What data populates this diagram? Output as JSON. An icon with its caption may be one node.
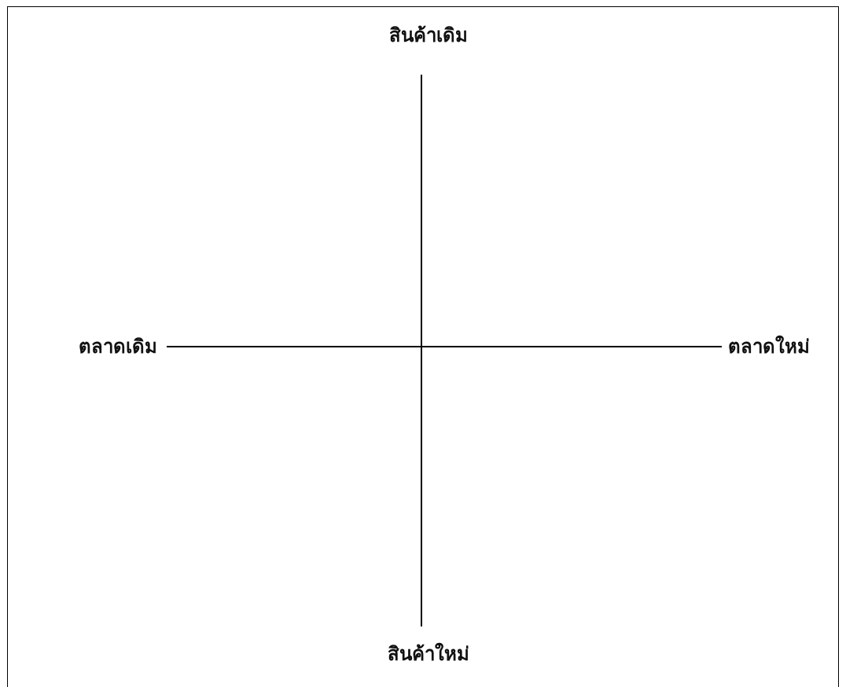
{
  "diagram": {
    "labels": [
      "สินค้าเดิม",
      "ตลาดเดิม",
      "ตลาดใหม่",
      "สินค้าใหม่"
    ]
  }
}
